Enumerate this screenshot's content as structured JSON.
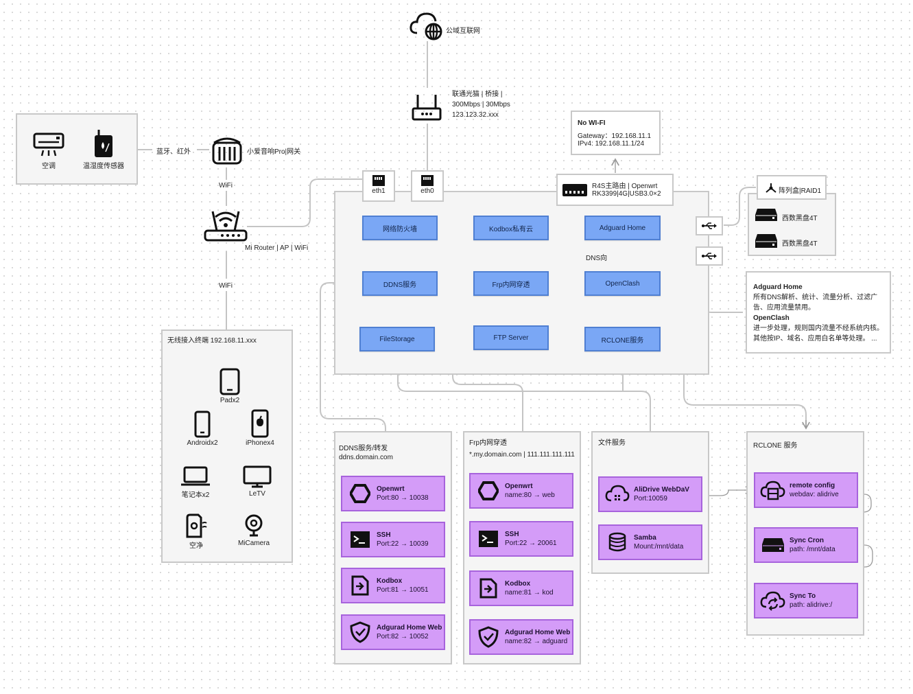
{
  "internet": {
    "label": "公域互联网"
  },
  "modem": {
    "line1": "联通光猫 | 桥接 |",
    "line2": "300Mbps | 30Mbps",
    "line3": "123.123.32.xxx"
  },
  "smart_home": {
    "ac": "空调",
    "sensor": "温湿度传感器",
    "link": "蓝牙、红外"
  },
  "speaker": {
    "label": "小爱音响Pro|网关"
  },
  "wifi_label": "WiFi",
  "mi_router": {
    "label": "Mi Router | AP | WiFi"
  },
  "wifi_label2": "WiFi",
  "wireless": {
    "title": "无线接入终端 192.168.11.xxx",
    "devices": [
      "Padx2",
      "Androidx2",
      "iPhonex4",
      "笔记本x2",
      "LeTV",
      "空净",
      "MiCamera"
    ]
  },
  "no_wifi": {
    "title": "No WI-FI",
    "gateway": "Gateway：192.168.11.1",
    "ipv4": "IPv4: 192.168.11.1/24"
  },
  "main_router": {
    "line1": "R4S主路由 | Openwrt",
    "line2": "RK3399|4G|USB3.0×2"
  },
  "ports": {
    "eth1": "eth1",
    "eth0": "eth0"
  },
  "services": {
    "firewall": "网络防火墙",
    "kodbox": "Kodbox私有云",
    "adguard": "Adguard Home",
    "dns": "DNS向",
    "ddns": "DDNS服务",
    "frp": "Frp内网穿透",
    "openclash": "OpenClash",
    "filestorage": "FileStorage",
    "ftp": "FTP Server",
    "rclone": "RCLONE服务"
  },
  "raid": {
    "title": "阵列盒|RAID1",
    "disk1": "西数黑盘4T",
    "disk2": "西数黑盘4T"
  },
  "note": {
    "t1": "Adguard Home",
    "d1a": "所有DNS解析、统计、流量分析、过滤广",
    "d1b": "告、应用流量禁用。",
    "t2": "OpenClash",
    "d2a": "进一步处理，规则国内流量不经系统内核。",
    "d2b": "其他按IP、域名、应用白名单等处理。 ..."
  },
  "ddns_panel": {
    "title": "DDNS服务/转发",
    "domain": "ddns.domain.com",
    "items": [
      {
        "name": "Openwrt",
        "detail": "Port:80 → 10038"
      },
      {
        "name": "SSH",
        "detail": "Port:22 → 10039"
      },
      {
        "name": "Kodbox",
        "detail": "Port:81 → 10051"
      },
      {
        "name": "Adgurad Home Web",
        "detail": "Port:82 → 10052"
      }
    ]
  },
  "frp_panel": {
    "title": "Frp内网穿透",
    "domain": "*.my.domain.com | 111.111.111.111",
    "items": [
      {
        "name": "Openwrt",
        "detail": "name:80 → web"
      },
      {
        "name": "SSH",
        "detail": "Port:22 → 20061"
      },
      {
        "name": "Kodbox",
        "detail": "name:81 → kod"
      },
      {
        "name": "Adgurad Home Web",
        "detail": "name:82 → adguard"
      }
    ]
  },
  "file_panel": {
    "title": "文件服务",
    "items": [
      {
        "name": "AliDrive WebDaV",
        "detail": "Port:10059"
      },
      {
        "name": "Samba",
        "detail": "Mount:/mnt/data"
      }
    ]
  },
  "rclone_panel": {
    "title": "RCLONE 服务",
    "items": [
      {
        "name": "remote config",
        "detail": "webdav: alidrive"
      },
      {
        "name": "Sync Cron",
        "detail": "path: /mnt/data"
      },
      {
        "name": "Sync To",
        "detail": "path: alidrive:/"
      }
    ]
  }
}
